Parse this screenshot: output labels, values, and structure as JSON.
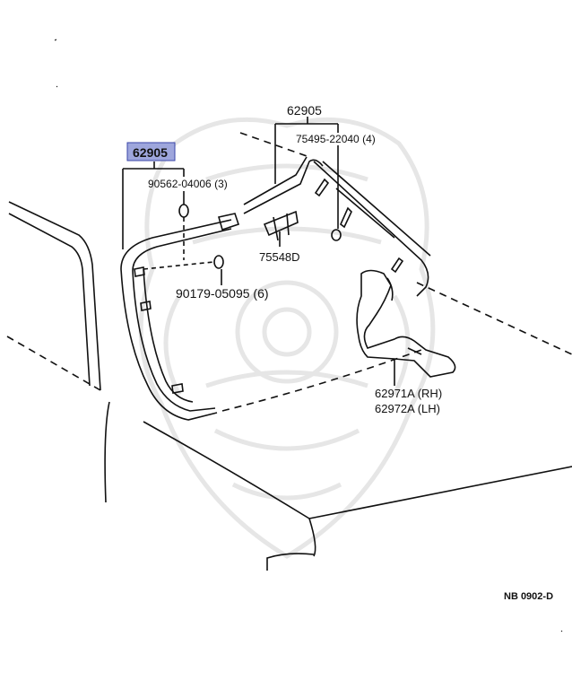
{
  "colors": {
    "ink": "#111111",
    "highlight_fill": "#9ea6dc",
    "highlight_border": "#3a46a8",
    "watermark": "#e6e6e6"
  },
  "watermark": {
    "icon": "samurai-mask-watermark"
  },
  "labels": {
    "part_62905_highlighted": "62905",
    "part_62905_top": "62905",
    "clip_75495": "75495-22040 (4)",
    "clip_90562": "90562-04006 (3)",
    "part_75548D": "75548D",
    "clip_90179": "90179-05095 (6)",
    "part_62971A": "62971A (RH)",
    "part_62972A": "62972A (LH)",
    "diagram_code": "NB  0902-D"
  }
}
